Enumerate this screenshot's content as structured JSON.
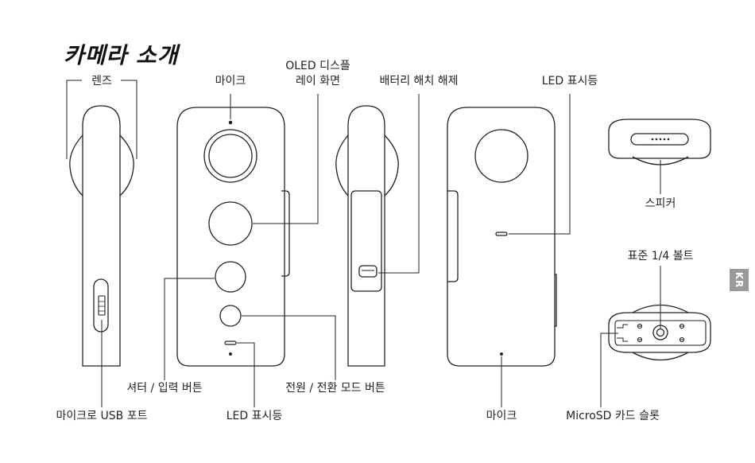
{
  "title": "카메라 소개",
  "language_tab": "KR",
  "labels": {
    "lens": "렌즈",
    "mic_top": "마이크",
    "oled_line1": "OLED 디스플",
    "oled_line2": "레이 화면",
    "battery_release": "배터리 해치 해제",
    "led_indicator_top": "LED 표시등",
    "speaker": "스피커",
    "tripod_bolt": "표준 1/4 볼트",
    "shutter_button": "셔터 / 입력 버튼",
    "power_button": "전원 / 전환 모드 버튼",
    "micro_usb": "마이크로 USB 포트",
    "led_indicator_bottom": "LED 표시등",
    "mic_bottom": "마이크",
    "microsd_slot": "MicroSD 카드 슬롯"
  }
}
